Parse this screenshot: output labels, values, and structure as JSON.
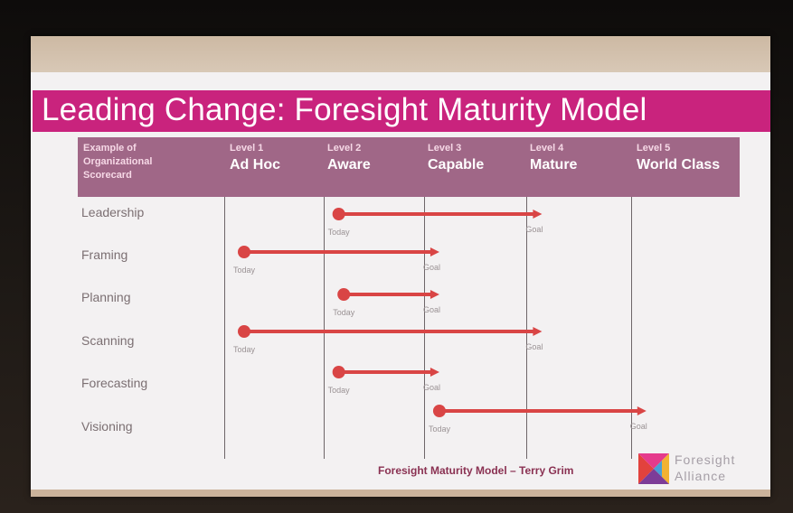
{
  "slide": {
    "title": "Leading Change: Foresight Maturity Model",
    "corner_heading": [
      "Example of",
      "Organizational",
      "Scorecard"
    ],
    "levels": [
      {
        "level": "Level 1",
        "name": "Ad Hoc"
      },
      {
        "level": "Level 2",
        "name": "Aware"
      },
      {
        "level": "Level 3",
        "name": "Capable"
      },
      {
        "level": "Level 4",
        "name": "Mature"
      },
      {
        "level": "Level 5",
        "name": "World Class"
      }
    ],
    "rows": [
      {
        "label": "Leadership",
        "today": 2.15,
        "goal": 4.15
      },
      {
        "label": "Framing",
        "today": 1.2,
        "goal": 3.15
      },
      {
        "label": "Planning",
        "today": 2.2,
        "goal": 3.15
      },
      {
        "label": "Scanning",
        "today": 1.2,
        "goal": 4.15
      },
      {
        "label": "Forecasting",
        "today": 2.15,
        "goal": 3.15
      },
      {
        "label": "Visioning",
        "today": 3.15,
        "goal": 5.15
      }
    ],
    "today_label": "Today",
    "goal_label": "Goal",
    "citation": "Foresight Maturity Model – Terry Grim",
    "logo_words": [
      "Foresight",
      "Alliance"
    ],
    "colors": {
      "title_bar": "#c9237d",
      "header_band": "#a06787",
      "arrow": "#d94545"
    }
  }
}
